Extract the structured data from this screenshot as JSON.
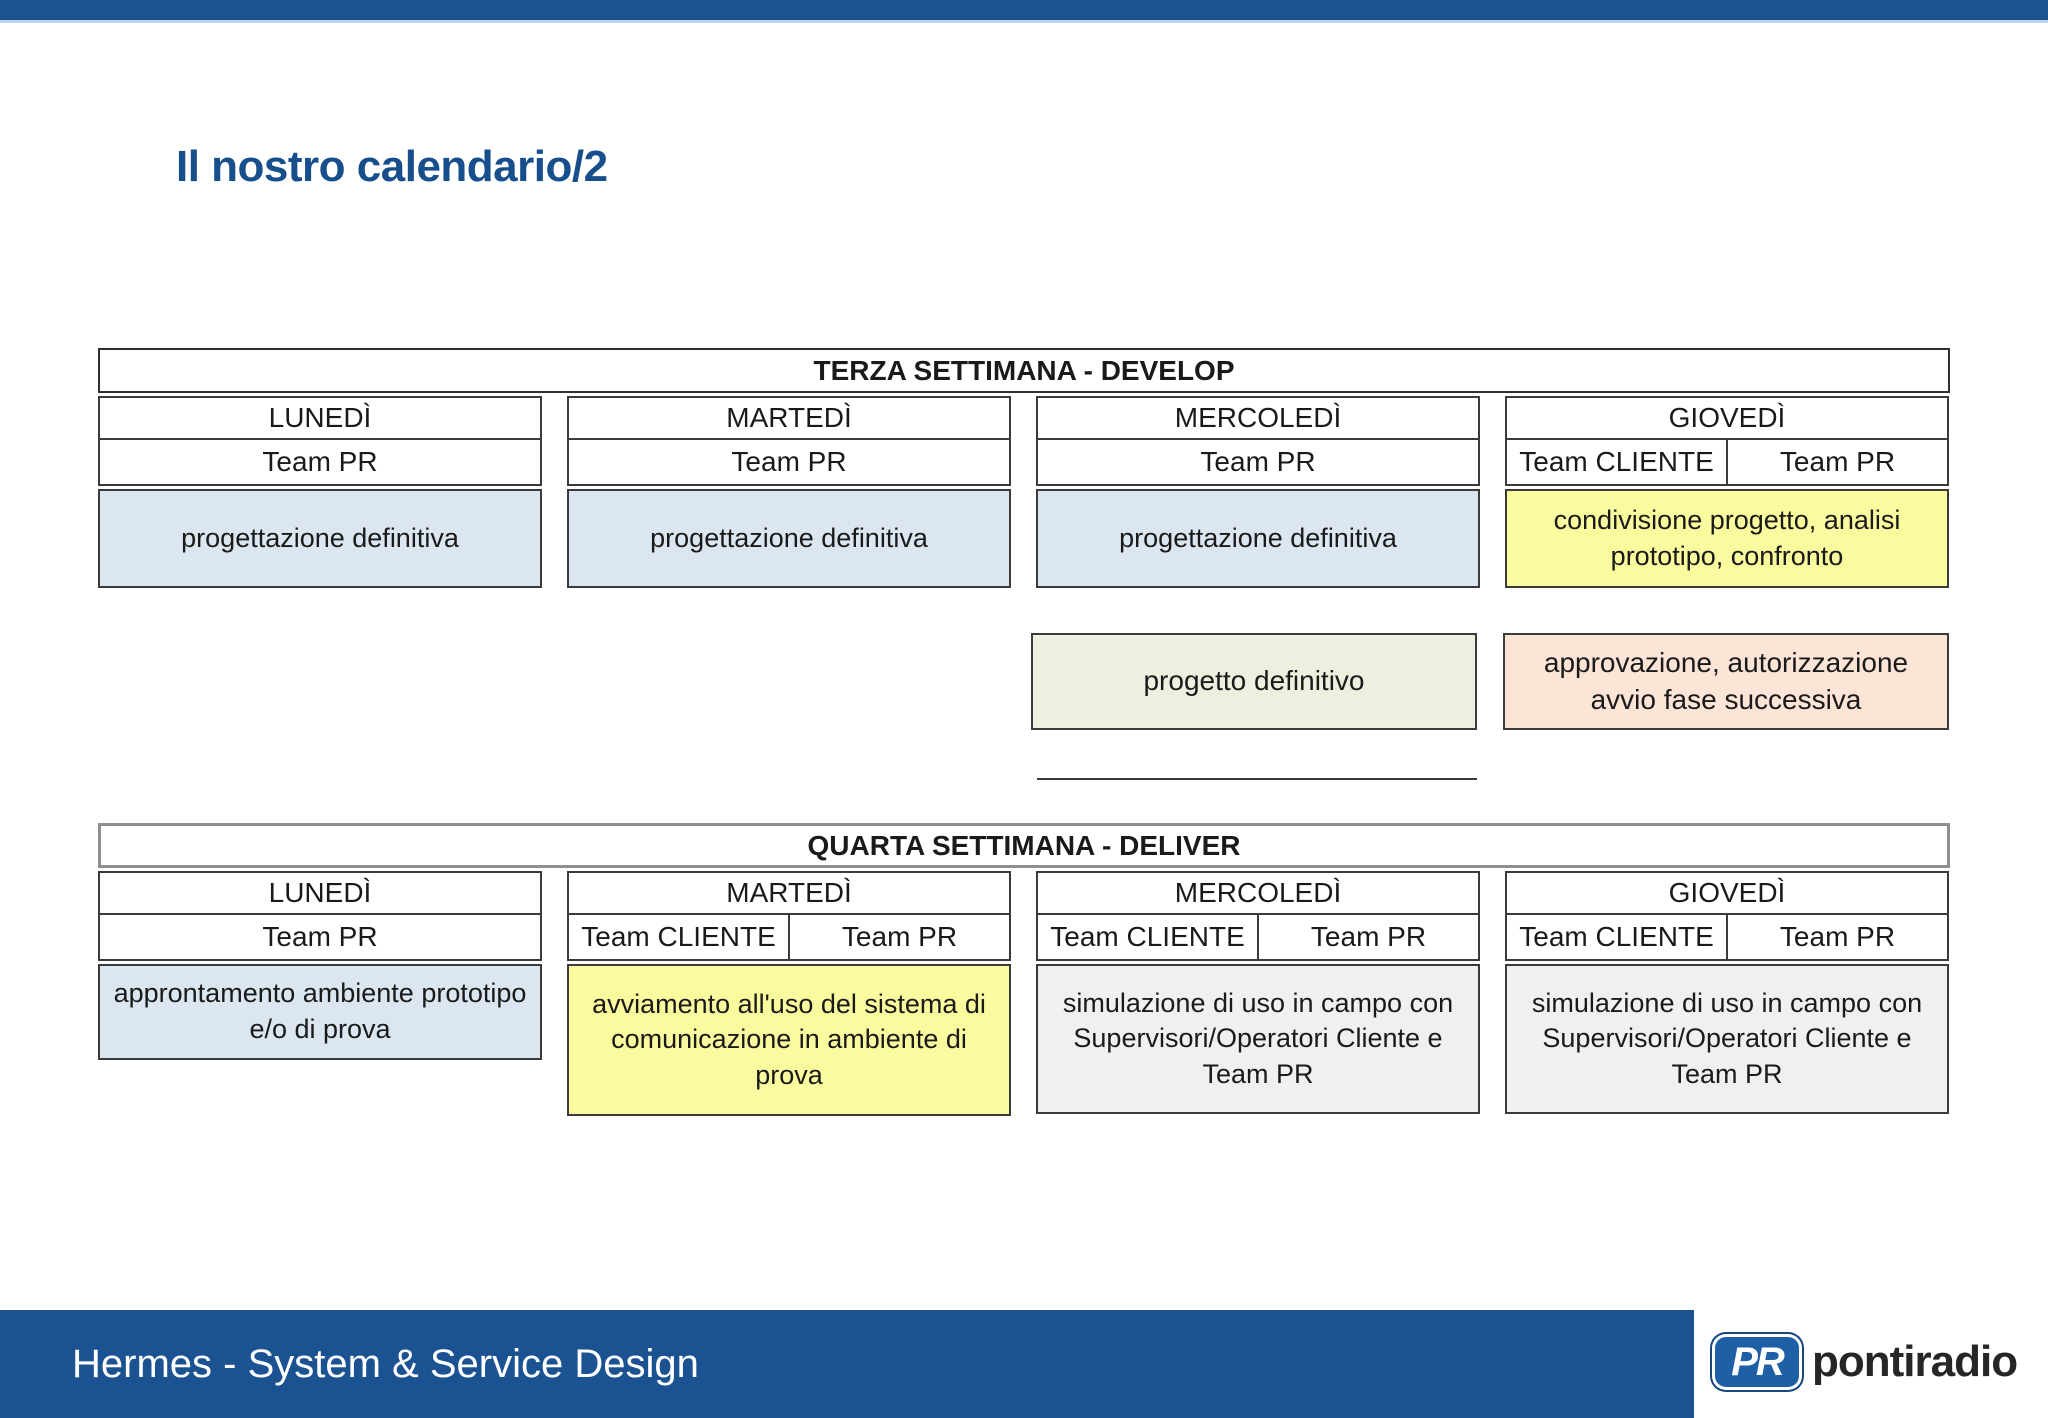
{
  "slide": {
    "title": "Il nostro calendario/2",
    "footer": "Hermes - System & Service Design",
    "logo": {
      "badge": "PR",
      "name": "pontiradio"
    }
  },
  "colors": {
    "accent_bar": "#1b5392",
    "title_text": "#174e8c",
    "cell_blue": "#dce6f1",
    "cell_yellow": "#fafa9e",
    "cell_green": "#ebf1de",
    "cell_orange": "#fce4d6",
    "cell_gray": "#f0f0f0"
  },
  "week3": {
    "header": "TERZA SETTIMANA - DEVELOP",
    "days": [
      {
        "day": "LUNEDÌ",
        "teams": [
          "Team PR"
        ],
        "activity": "progettazione definitiva"
      },
      {
        "day": "MARTEDÌ",
        "teams": [
          "Team PR"
        ],
        "activity": "progettazione definitiva"
      },
      {
        "day": "MERCOLEDÌ",
        "teams": [
          "Team PR"
        ],
        "activity": "progettazione definitiva"
      },
      {
        "day": "GIOVEDÌ",
        "teams": [
          "Team CLIENTE",
          "Team PR"
        ],
        "activity": "condivisione progetto, analisi prototipo, confronto"
      }
    ],
    "extras": [
      {
        "label": "progetto definitivo"
      },
      {
        "label": "approvazione, autorizzazione avvio fase successiva"
      }
    ]
  },
  "week4": {
    "header": "QUARTA SETTIMANA - DELIVER",
    "days": [
      {
        "day": "LUNEDÌ",
        "teams": [
          "Team PR"
        ],
        "activity": "approntamento ambiente prototipo e/o di prova"
      },
      {
        "day": "MARTEDÌ",
        "teams": [
          "Team CLIENTE",
          "Team PR"
        ],
        "activity": "avviamento all'uso del sistema di comunicazione in ambiente di prova"
      },
      {
        "day": "MERCOLEDÌ",
        "teams": [
          "Team CLIENTE",
          "Team PR"
        ],
        "activity": "simulazione di uso in campo con Supervisori/Operatori Cliente e Team PR"
      },
      {
        "day": "GIOVEDÌ",
        "teams": [
          "Team CLIENTE",
          "Team PR"
        ],
        "activity": "simulazione di uso in campo con Supervisori/Operatori Cliente e Team PR"
      }
    ]
  }
}
